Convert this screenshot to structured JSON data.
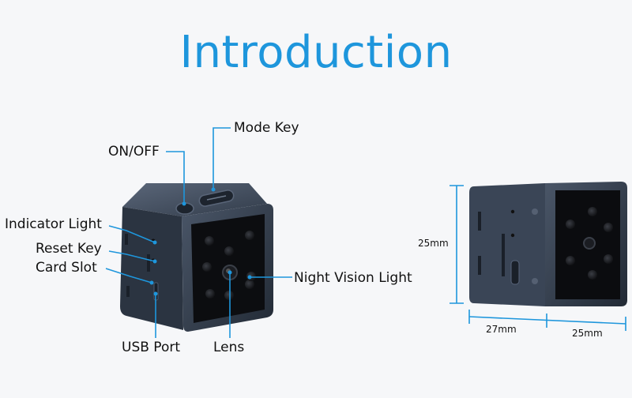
{
  "title": "Introduction",
  "labels": {
    "mode_key": "Mode Key",
    "on_off": "ON/OFF",
    "indicator_light": "Indicator Light",
    "reset_key": "Reset Key",
    "card_slot": "Card Slot",
    "usb_port": "USB Port",
    "lens": "Lens",
    "night_vision_light": "Night Vision Light"
  },
  "dimensions": {
    "height": "25mm",
    "depth": "27mm",
    "width": "25mm"
  },
  "colors": {
    "accent": "#1e96dc",
    "device_body": "#2c3644",
    "lens_panel": "#0c0d10"
  }
}
